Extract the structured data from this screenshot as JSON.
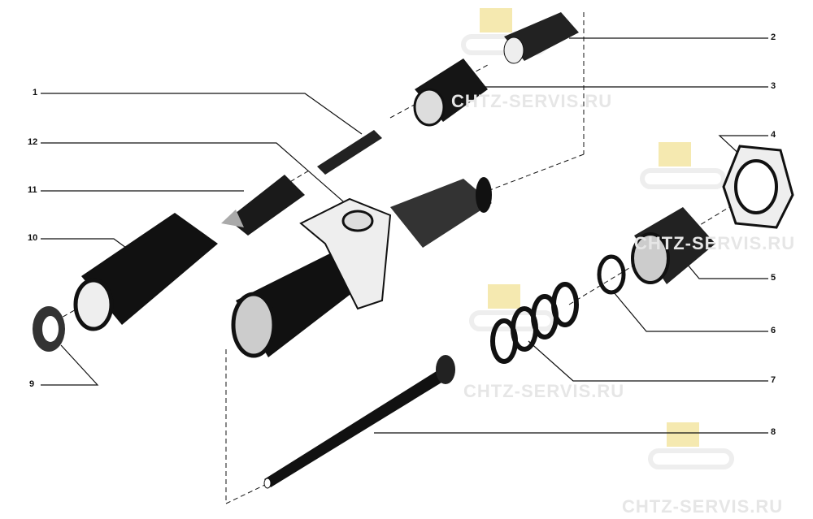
{
  "watermark": {
    "text": "CHTZ-SERVIS.RU",
    "colors": {
      "logo": "#f5e9b0",
      "text": "#ececec"
    }
  },
  "diagram": {
    "title": "",
    "callouts": [
      {
        "id": "1"
      },
      {
        "id": "2"
      },
      {
        "id": "3"
      },
      {
        "id": "4"
      },
      {
        "id": "5"
      },
      {
        "id": "6"
      },
      {
        "id": "7"
      },
      {
        "id": "8"
      },
      {
        "id": "9"
      },
      {
        "id": "10"
      },
      {
        "id": "11"
      },
      {
        "id": "12"
      }
    ]
  }
}
